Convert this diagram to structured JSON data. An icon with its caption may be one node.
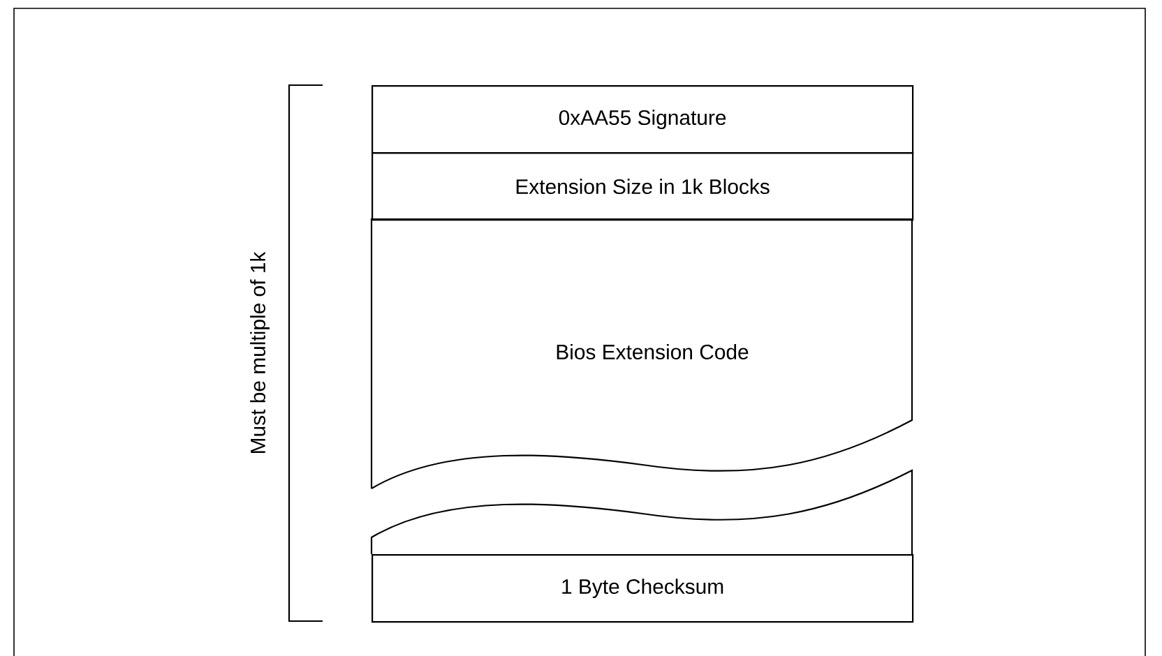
{
  "diagram": {
    "nodes": [
      {
        "text": [
          "0xAA55 Signature"
        ]
      },
      {
        "text": [
          "Extension Size in 1k Blocks"
        ]
      },
      {
        "text": [
          "Bios Extension Code"
        ]
      },
      {
        "text": [],
        "shape": "box"
      },
      {
        "text": [
          "1 Byte Checksum"
        ]
      }
    ],
    "labels": [
      "Must be multiple of 1k"
    ]
  }
}
